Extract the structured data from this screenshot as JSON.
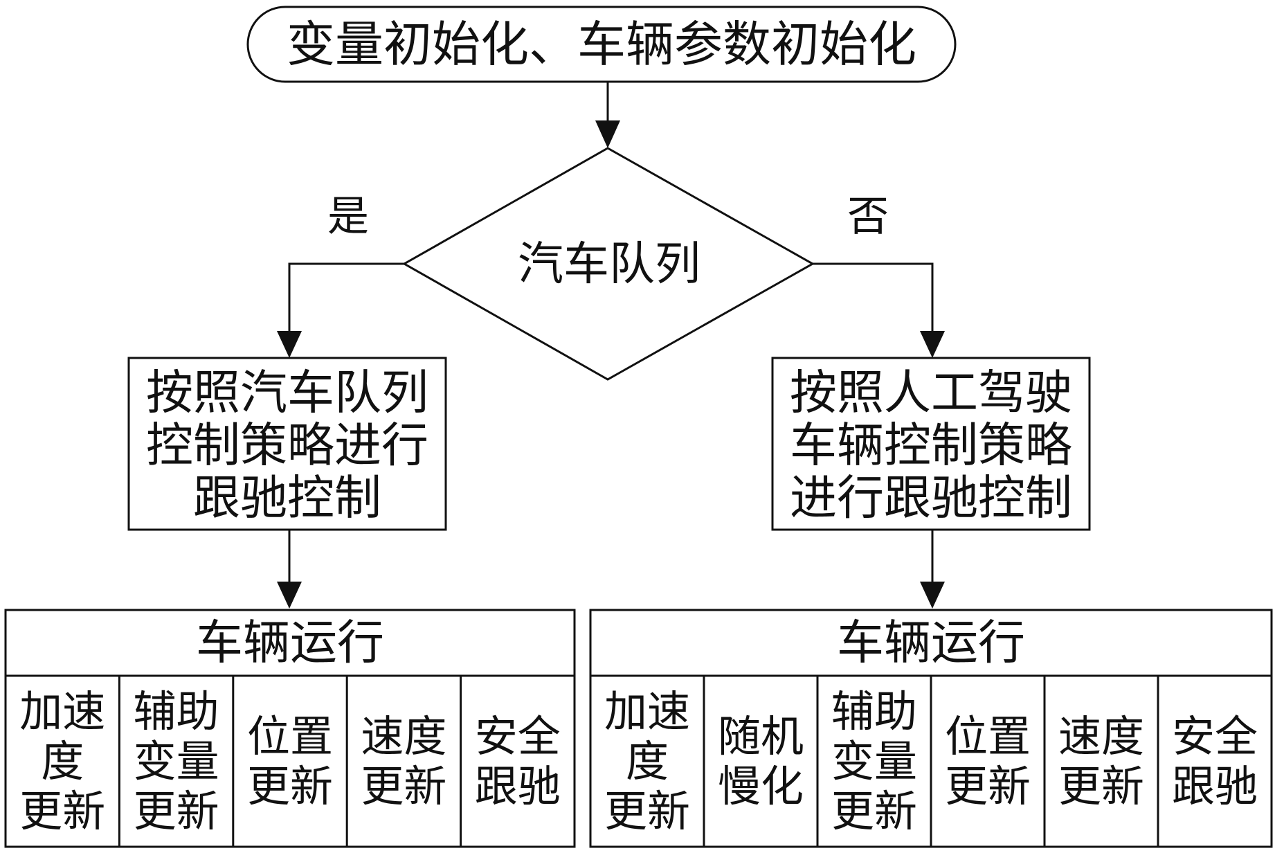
{
  "start": {
    "label": "变量初始化、车辆参数初始化"
  },
  "decision": {
    "label": "汽车队列"
  },
  "branches": {
    "yes_label": "是",
    "no_label": "否"
  },
  "left_process": {
    "lines": [
      "按照汽车队列",
      "控制策略进行",
      "跟驰控制"
    ]
  },
  "right_process": {
    "lines": [
      "按照人工驾驶",
      "车辆控制策略",
      "进行跟驰控制"
    ]
  },
  "left_run": {
    "title": "车辆运行",
    "cells": [
      {
        "lines": [
          "加速",
          "度",
          "更新"
        ]
      },
      {
        "lines": [
          "辅助",
          "变量",
          "更新"
        ]
      },
      {
        "lines": [
          "位置",
          "更新"
        ]
      },
      {
        "lines": [
          "速度",
          "更新"
        ]
      },
      {
        "lines": [
          "安全",
          "跟驰"
        ]
      }
    ]
  },
  "right_run": {
    "title": "车辆运行",
    "cells": [
      {
        "lines": [
          "加速",
          "度",
          "更新"
        ]
      },
      {
        "lines": [
          "随机",
          "慢化"
        ]
      },
      {
        "lines": [
          "辅助",
          "变量",
          "更新"
        ]
      },
      {
        "lines": [
          "位置",
          "更新"
        ]
      },
      {
        "lines": [
          "速度",
          "更新"
        ]
      },
      {
        "lines": [
          "安全",
          "跟驰"
        ]
      }
    ]
  }
}
